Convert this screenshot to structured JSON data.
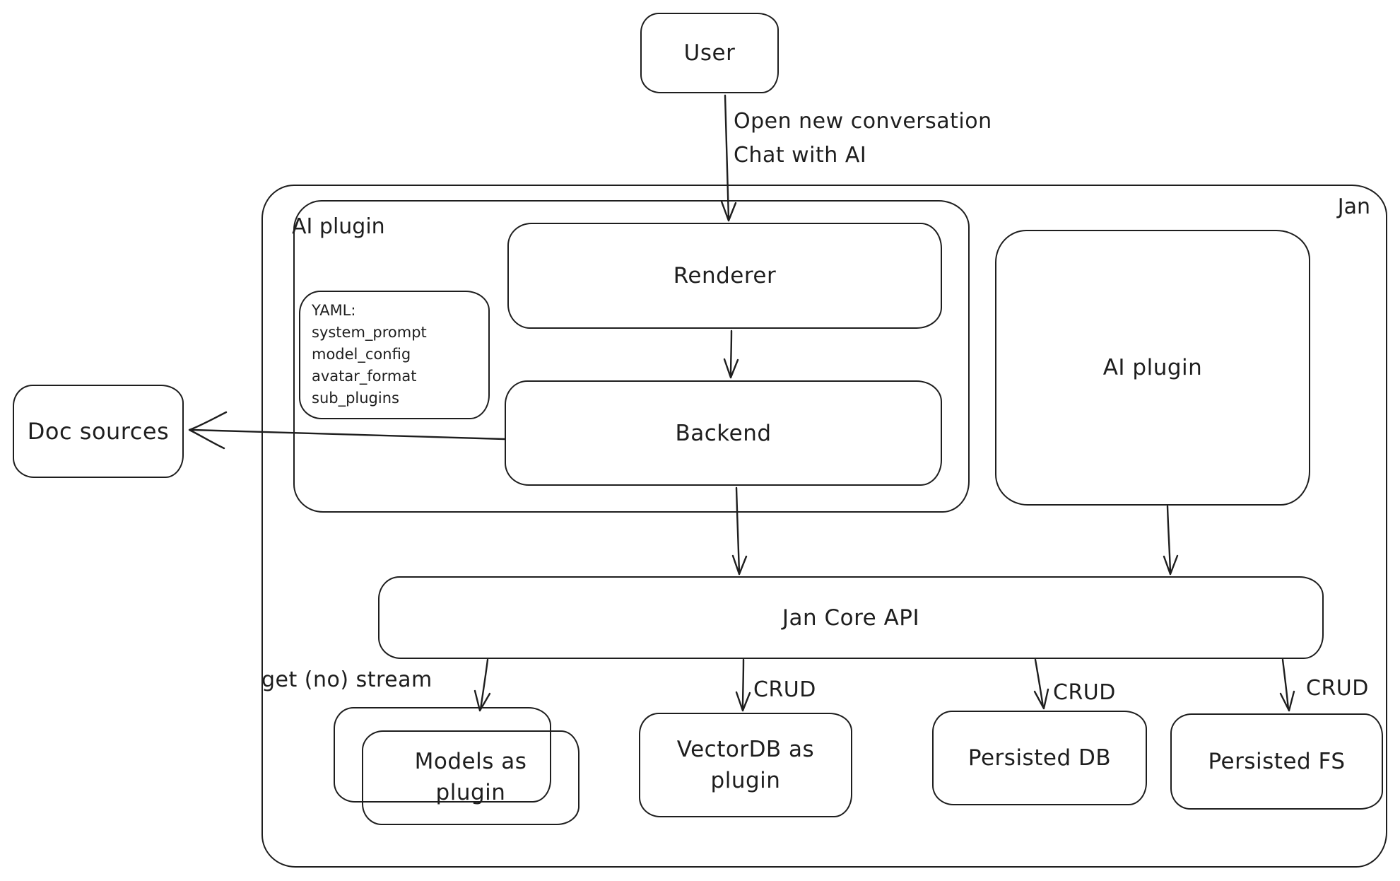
{
  "canvas": {
    "background": "#ffffff",
    "stroke_color": "#1e1e1e"
  },
  "nodes": {
    "user": "User",
    "jan": "Jan",
    "ai_plugin_group": "AI plugin",
    "renderer": "Renderer",
    "backend": "Backend",
    "ai_plugin_right": "AI plugin",
    "doc_sources": "Doc sources",
    "jan_core_api": "Jan Core API",
    "models": {
      "line1": "Models as",
      "line2": "plugin"
    },
    "vectordb": {
      "line1": "VectorDB as",
      "line2": "plugin"
    },
    "persisted_db": "Persisted DB",
    "persisted_fs": "Persisted FS"
  },
  "yaml_note": {
    "title": "YAML:",
    "lines": [
      "system_prompt",
      "model_config",
      "avatar_format",
      "sub_plugins"
    ]
  },
  "edge_labels": {
    "user_to_jan": {
      "line1": "Open new conversation",
      "line2": "Chat with AI"
    },
    "models_edge": "get (no) stream",
    "vectordb_edge": "CRUD",
    "persisted_db_edge": "CRUD",
    "persisted_fs_edge": "CRUD"
  }
}
